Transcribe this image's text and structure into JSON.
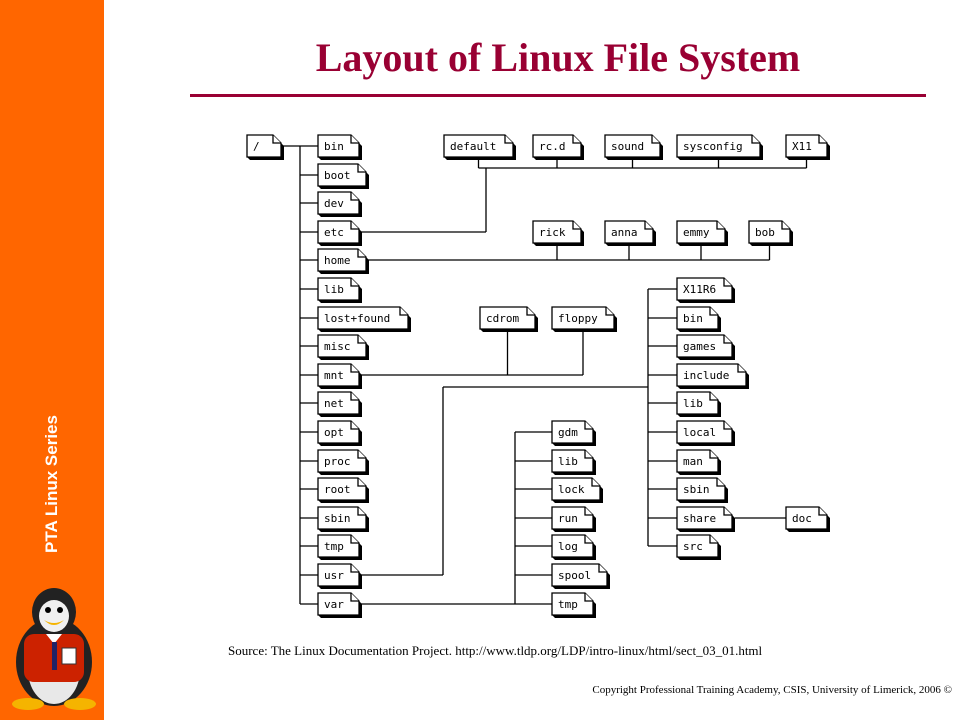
{
  "slide": {
    "title": "Layout of Linux File System",
    "sidebar_text": "PTA Linux Series",
    "source": "Source: The Linux Documentation Project. http://www.tldp.org/LDP/intro-linux/html/sect_03_01.html",
    "copyright": "Copyright Professional Training Academy, CSIS, University of Limerick, 2006 ©"
  },
  "colors": {
    "sidebar": "#ff6600",
    "title": "#990033"
  },
  "icons": {
    "mascot": "penguin-mascot-icon"
  },
  "diagram": {
    "root": "/",
    "top_level": [
      "bin",
      "boot",
      "dev",
      "etc",
      "home",
      "lib",
      "lost+found",
      "misc",
      "mnt",
      "net",
      "opt",
      "proc",
      "root",
      "sbin",
      "tmp",
      "usr",
      "var"
    ],
    "etc": [
      "default",
      "rc.d",
      "sound",
      "sysconfig",
      "X11"
    ],
    "home": [
      "rick",
      "anna",
      "emmy",
      "bob"
    ],
    "mnt": [
      "cdrom",
      "floppy"
    ],
    "usr": [
      "X11R6",
      "bin",
      "games",
      "include",
      "lib",
      "local",
      "man",
      "sbin",
      "share",
      "src"
    ],
    "usr_share": [
      "doc"
    ],
    "var": [
      "gdm",
      "lib",
      "lock",
      "run",
      "log",
      "spool",
      "tmp"
    ]
  }
}
